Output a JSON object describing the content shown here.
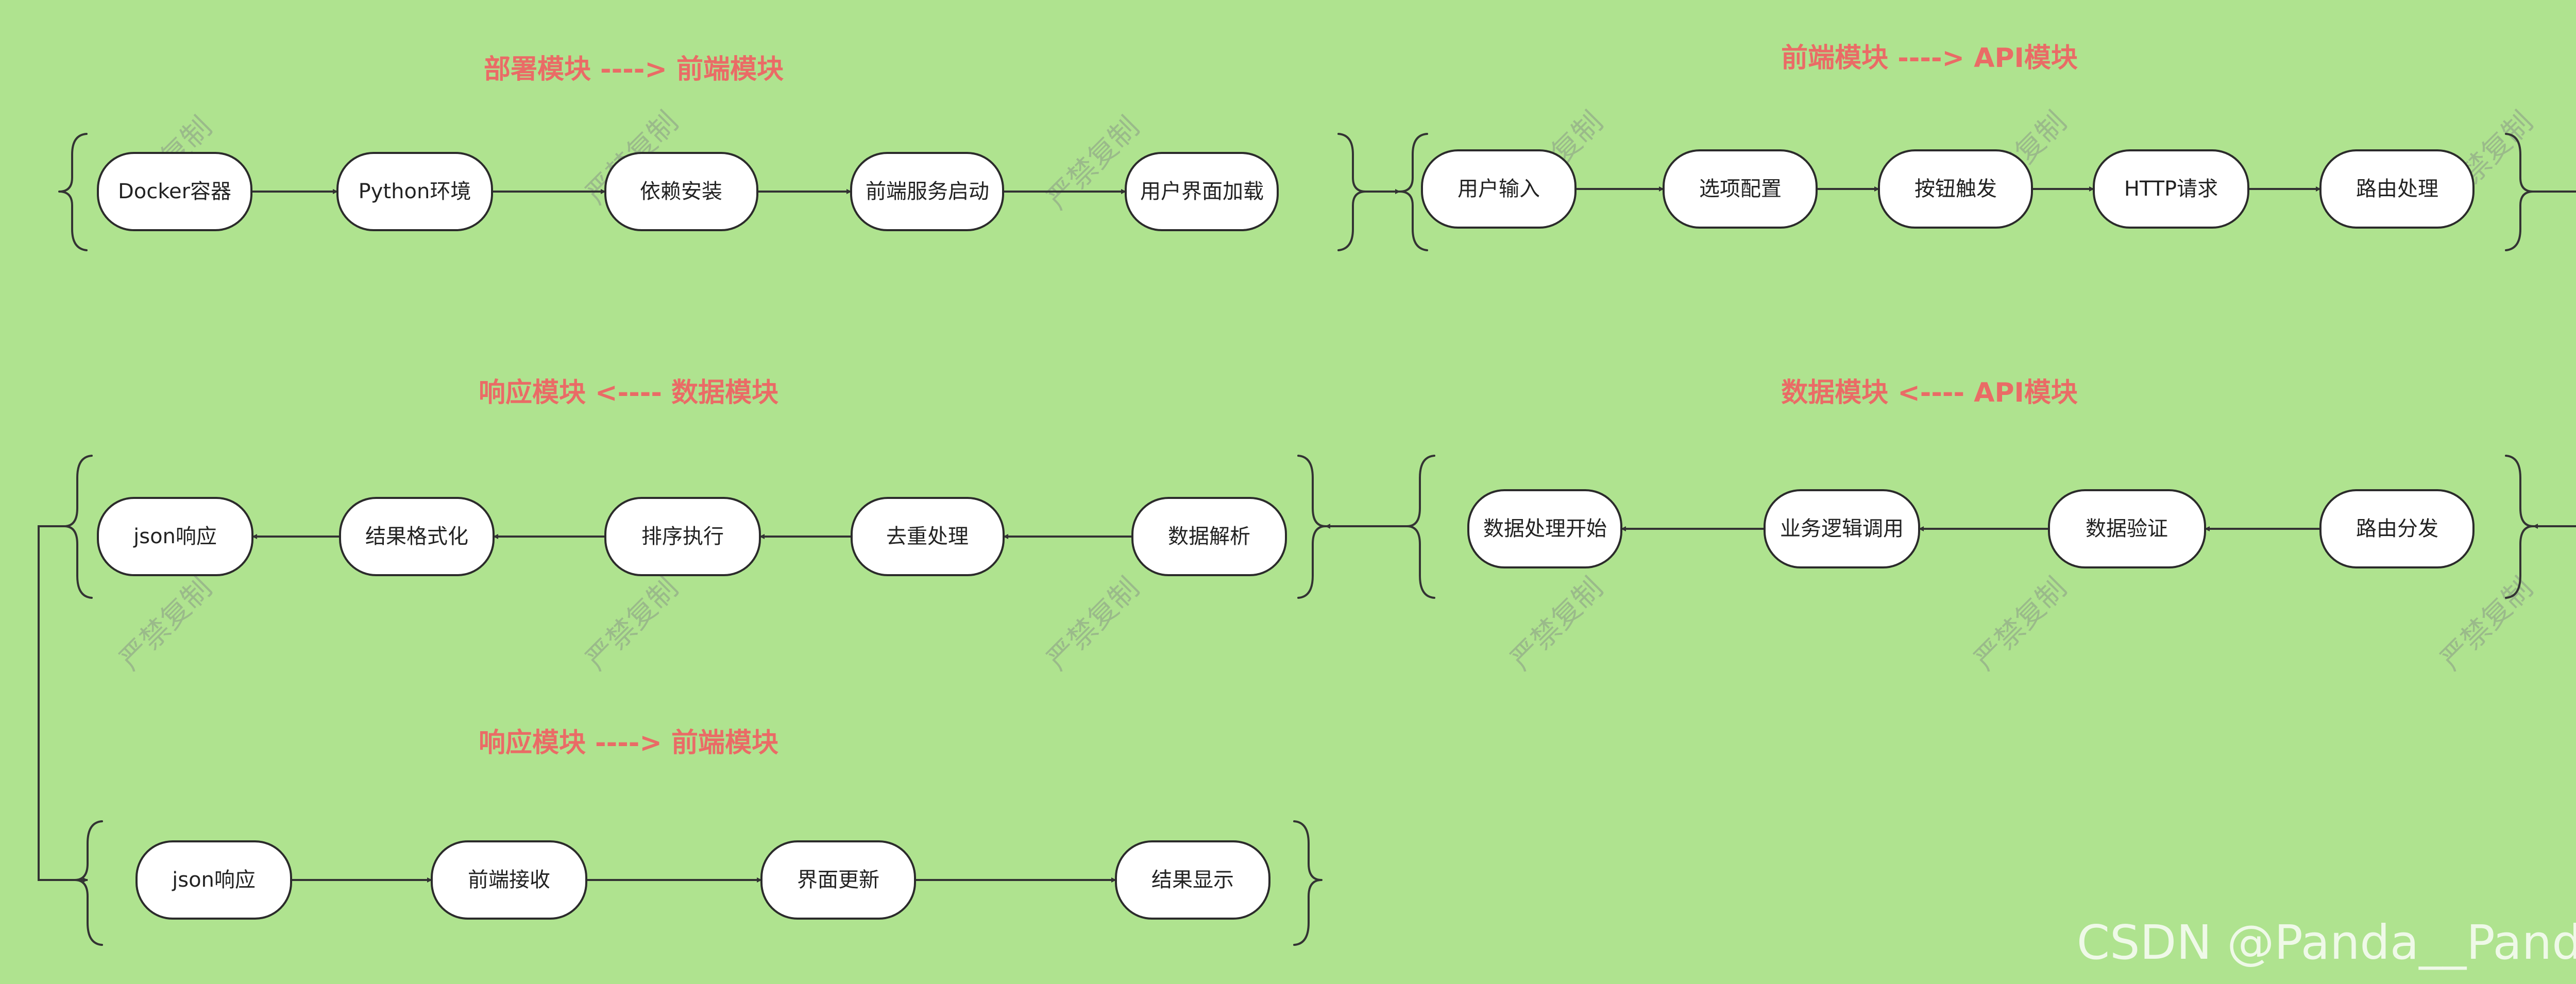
{
  "sections": [
    {
      "title": "部署模块 ----> 前端模块",
      "nodes": [
        "Docker容器",
        "Python环境",
        "依赖安装",
        "前端服务启动",
        "用户界面加载"
      ]
    },
    {
      "title": "前端模块 ----> API模块",
      "nodes": [
        "用户输入",
        "选项配置",
        "按钮触发",
        "HTTP请求",
        "路由处理"
      ]
    },
    {
      "title": "数据模块 <---- API模块",
      "nodes": [
        "数据处理开始",
        "业务逻辑调用",
        "数据验证",
        "路由分发"
      ]
    },
    {
      "title": "响应模块 <---- 数据模块",
      "nodes": [
        "json响应",
        "结果格式化",
        "排序执行",
        "去重处理",
        "数据解析"
      ]
    },
    {
      "title": "响应模块 ----> 前端模块",
      "nodes": [
        "json响应",
        "前端接收",
        "界面更新",
        "结果显示"
      ]
    }
  ],
  "watermark": "严禁复制",
  "footer": "CSDN @Panda__Panda",
  "colors": {
    "background": "#afe38f",
    "title": "#ea6b66",
    "node_fill": "#ffffff",
    "stroke": "#333333"
  }
}
